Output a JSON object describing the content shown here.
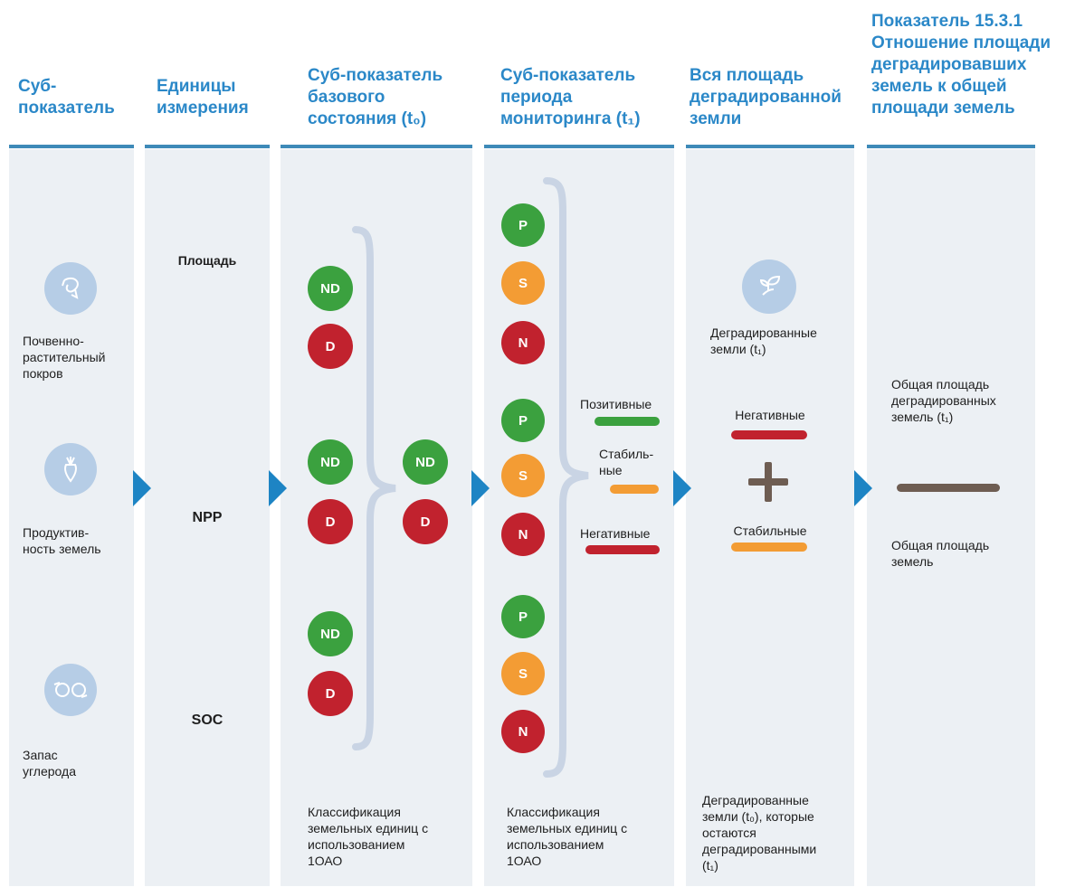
{
  "headers": [
    "Суб-\nпоказатель",
    "Единицы\nизмерения",
    "Суб-показатель\nбазового\nсостояния (t₀)",
    "Суб-показатель\nпериода\nмониторинга (t₁)",
    "Вся площадь\nдеградированной\nземли",
    "Показатель 15.3.1\nОтношение площади\nдеградировавших\nземель к общей\nплощади земель"
  ],
  "subindicators": [
    {
      "label": "Почвенно-\nрастительный\nпокров",
      "icon": "leaf-cycle-icon"
    },
    {
      "label": "Продуктив-\nность земель",
      "icon": "carrot-icon"
    },
    {
      "label": "Запас\nуглерода",
      "icon": "carbon-cycle-icon"
    }
  ],
  "units": [
    "Площадь",
    "NPP",
    "SOC"
  ],
  "baseline": {
    "badge_nd": "ND",
    "badge_d": "D",
    "caption": "Классификация\nземельных единиц с\nиспользованием\n1ОАО"
  },
  "monitoring": {
    "badge_p": "P",
    "badge_s": "S",
    "badge_n": "N",
    "caption": "Классификация\nземельных единиц с\nиспользованием\n1ОАО",
    "legend": {
      "positive": "Позитивные",
      "stable": "Стабиль-\nные",
      "negative": "Негативные"
    }
  },
  "degraded": {
    "icon": "sprout-icon",
    "title": "Деградированные\nземли (t₁)",
    "negative": "Негативные",
    "plus": "+",
    "stable": "Стабильные",
    "caption": "Деградированные\nземли (t₀), которые\nостаются\nдеградированными\n(t₁)"
  },
  "ratio": {
    "numerator": "Общая площадь\nдеградированных\nземель (t₁)",
    "denominator": "Общая площадь\nземель"
  },
  "colors": {
    "accent": "#2b88c8",
    "green": "#3ba13f",
    "red": "#c1222e",
    "orange": "#f39c34",
    "brown": "#6e5d52",
    "column_bg": "#ecf0f4",
    "icon_bg": "#b6cde6"
  }
}
